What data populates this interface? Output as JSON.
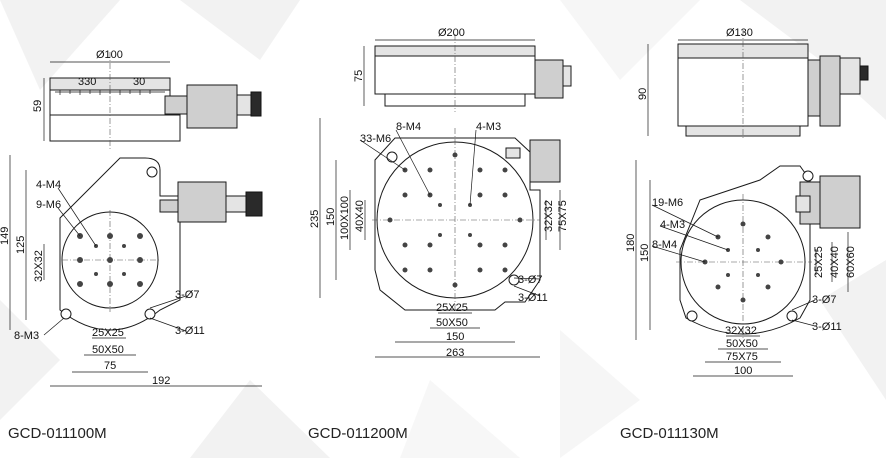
{
  "models": [
    {
      "name": "GCD-011100M",
      "side": {
        "diameter": "Ø100",
        "height": "59",
        "scale_low": "330",
        "scale_high": "30"
      },
      "top": {
        "width": "192",
        "height_total": "149",
        "height_inner": "125",
        "pitch_small": "25X25",
        "pitch_mid": "50X50",
        "pitch_large": "75",
        "pitch_vertical": "32X32",
        "callout_1": "4-M4",
        "callout_2": "9-M6",
        "callout_3": "3-Ø7",
        "callout_4": "3-Ø11",
        "callout_5": "8-M3"
      }
    },
    {
      "name": "GCD-011200M",
      "side": {
        "diameter": "Ø200",
        "height": "75"
      },
      "top": {
        "width": "263",
        "width_inner": "150",
        "height_total": "235",
        "height_inner": "150",
        "pitch_small": "25X25",
        "pitch_mid": "50X50",
        "pitch_v1": "100X100",
        "pitch_v2": "40X40",
        "pitch_r1": "32X32",
        "pitch_r2": "75X75",
        "callout_1": "33-M6",
        "callout_2": "8-M4",
        "callout_3": "4-M3",
        "callout_4": "3-Ø7",
        "callout_5": "3-Ø11"
      }
    },
    {
      "name": "GCD-011130M",
      "side": {
        "diameter": "Ø130",
        "height": "90"
      },
      "top": {
        "width": "100",
        "height_total": "180",
        "height_inner": "150",
        "pitch_small": "32X32",
        "pitch_mid": "50X50",
        "pitch_large": "75X75",
        "pitch_r1": "25X25",
        "pitch_r2": "40X40",
        "pitch_r3": "60X60",
        "callout_1": "19-M6",
        "callout_2": "4-M3",
        "callout_3": "8-M4",
        "callout_4": "3-Ø7",
        "callout_5": "3-Ø11"
      }
    }
  ]
}
